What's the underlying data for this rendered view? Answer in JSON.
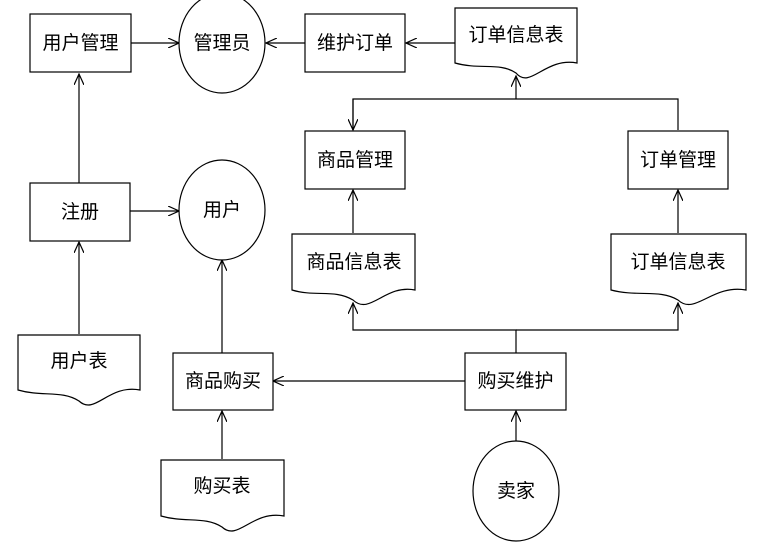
{
  "nodes": {
    "user_management": "用户管理",
    "admin": "管理员",
    "maintain_orders": "维护订单",
    "order_info_table_top": "订单信息表",
    "product_management": "商品管理",
    "order_management": "订单管理",
    "register": "注册",
    "user": "用户",
    "product_info_table": "商品信息表",
    "order_info_table_right": "订单信息表",
    "user_table": "用户表",
    "product_purchase": "商品购买",
    "purchase_maintenance": "购买维护",
    "purchase_table": "购买表",
    "seller": "卖家"
  }
}
